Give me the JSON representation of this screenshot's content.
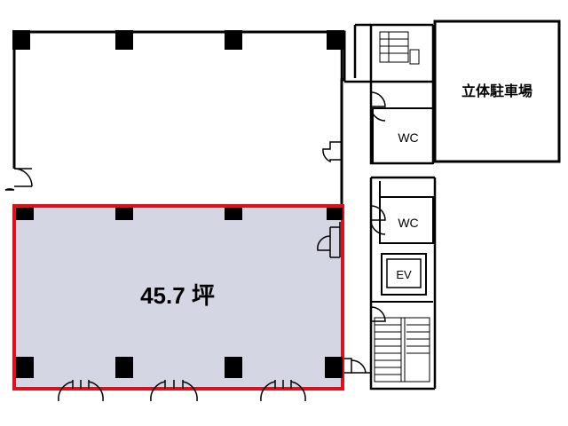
{
  "floor_plan": {
    "highlight_area": "45.7 坪",
    "parking_label": "立体駐車場",
    "wc_upper_label": "WC",
    "wc_lower_label": "WC",
    "ev_label": "EV"
  },
  "colors": {
    "highlight_fill": "#d4d6e4",
    "highlight_border": "#e0101a",
    "wall": "#000000",
    "background": "#ffffff"
  }
}
